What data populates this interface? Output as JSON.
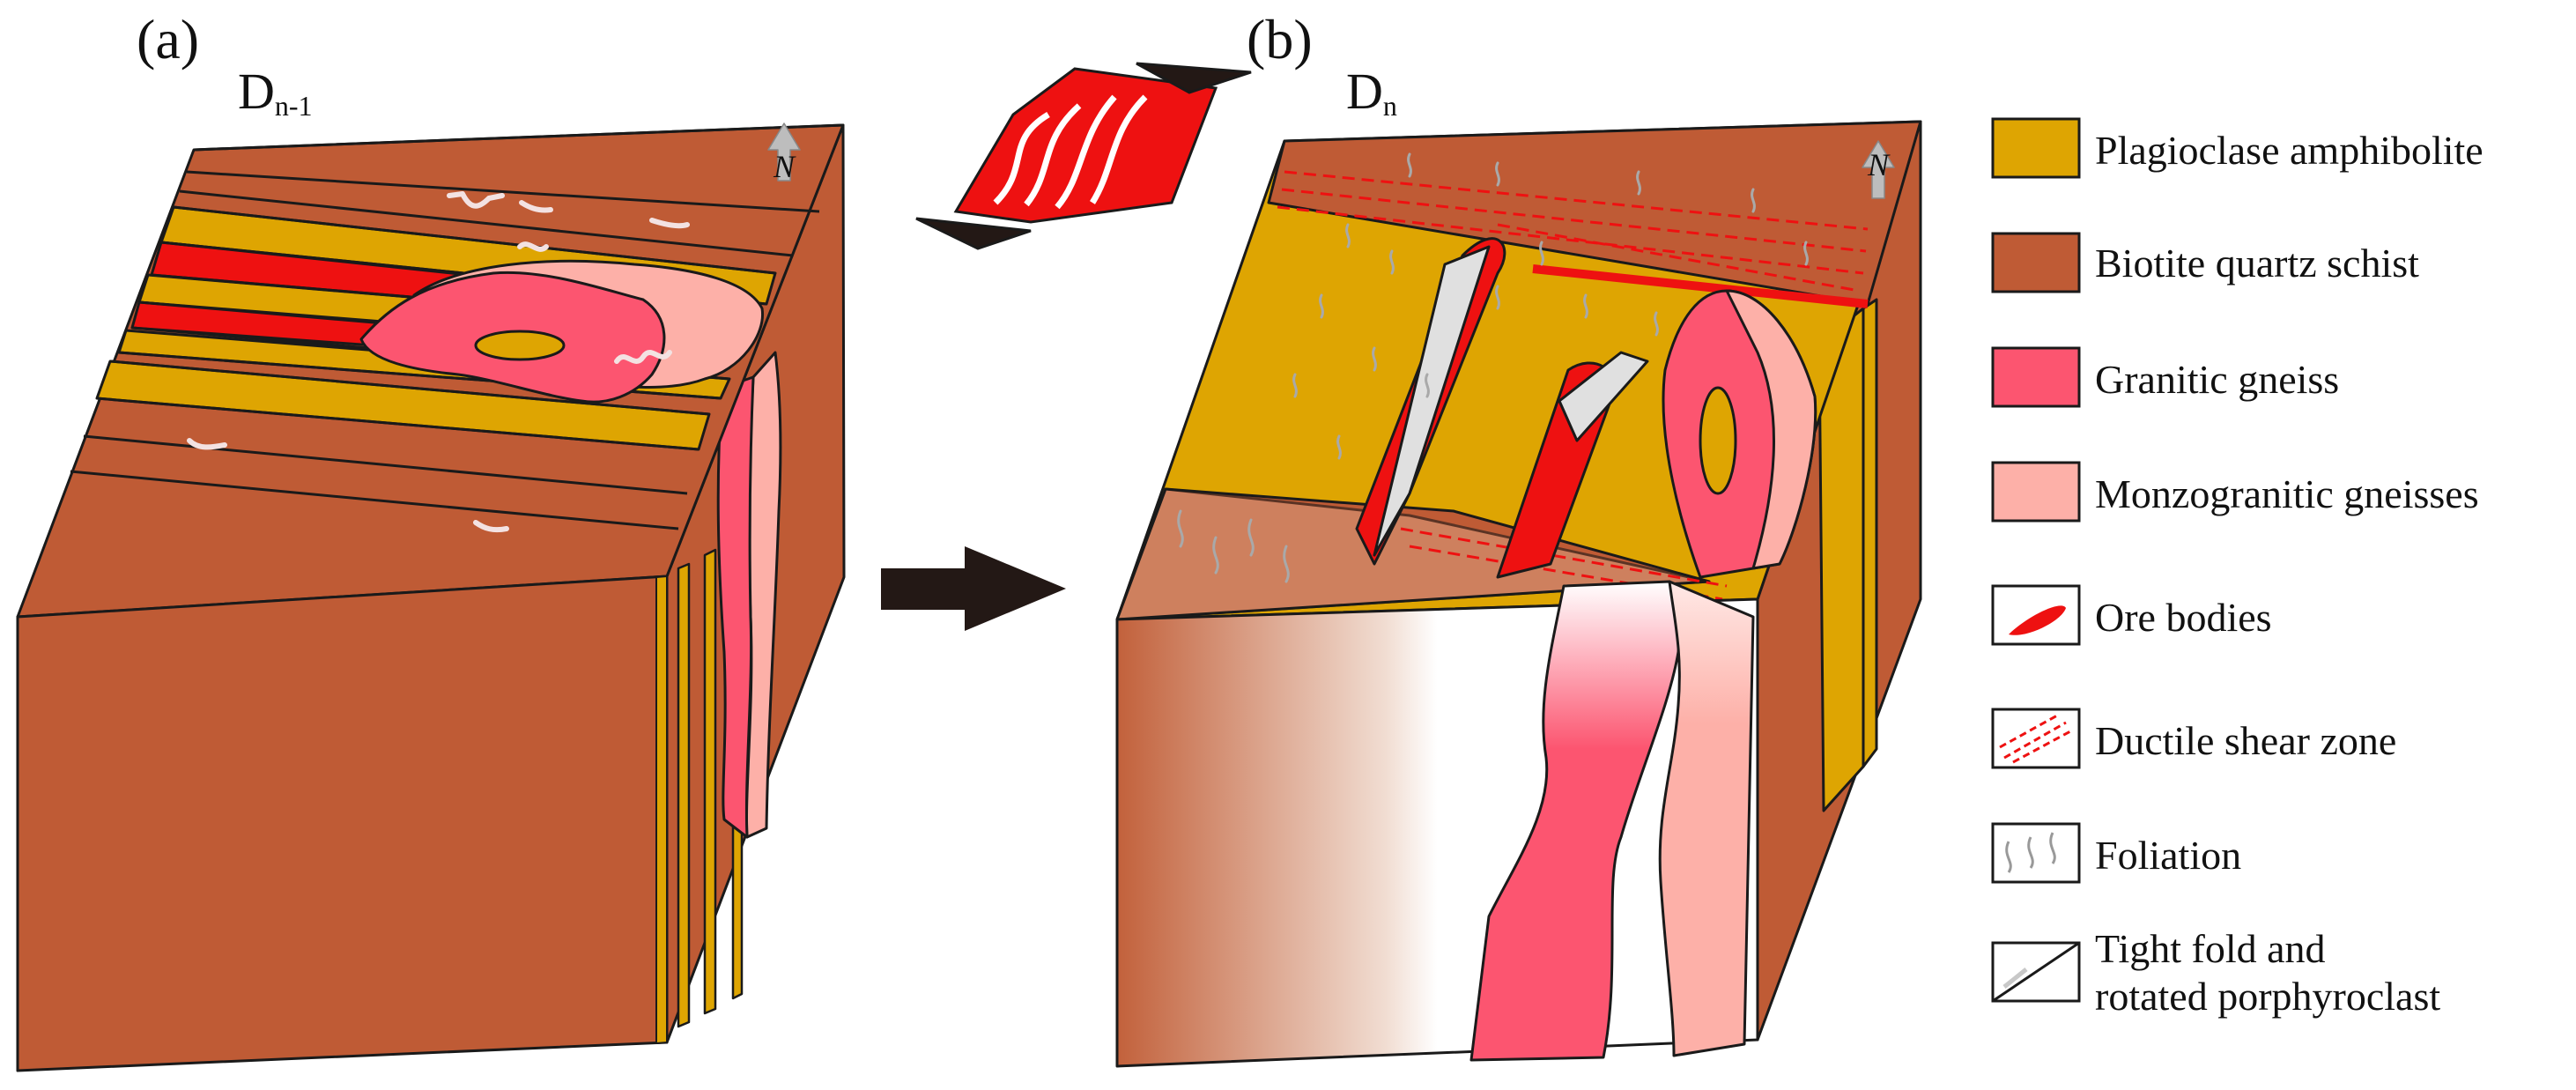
{
  "panels": {
    "a": {
      "label": "(a)",
      "stage_main": "D",
      "stage_sub": "n-1"
    },
    "b": {
      "label": "(b)",
      "stage_main": "D",
      "stage_sub": "n"
    }
  },
  "north_label": "N",
  "legend": [
    {
      "text": "Plagioclase amphibolite",
      "color": "#dea502"
    },
    {
      "text": "Biotite quartz schist",
      "color": "#bf5b35"
    },
    {
      "text": "Granitic gneiss",
      "color": "#fc5570"
    },
    {
      "text": "Monzogranitic gneisses",
      "color": "#fdb0a8"
    },
    {
      "text": "Ore bodies",
      "color": "#ee1111"
    },
    {
      "text": "Ductile shear zone",
      "color": "#ee1111"
    },
    {
      "text": "Foliation",
      "color": "#999999"
    },
    {
      "text": "Tight fold and",
      "text2": "rotated porphyroclast"
    }
  ]
}
